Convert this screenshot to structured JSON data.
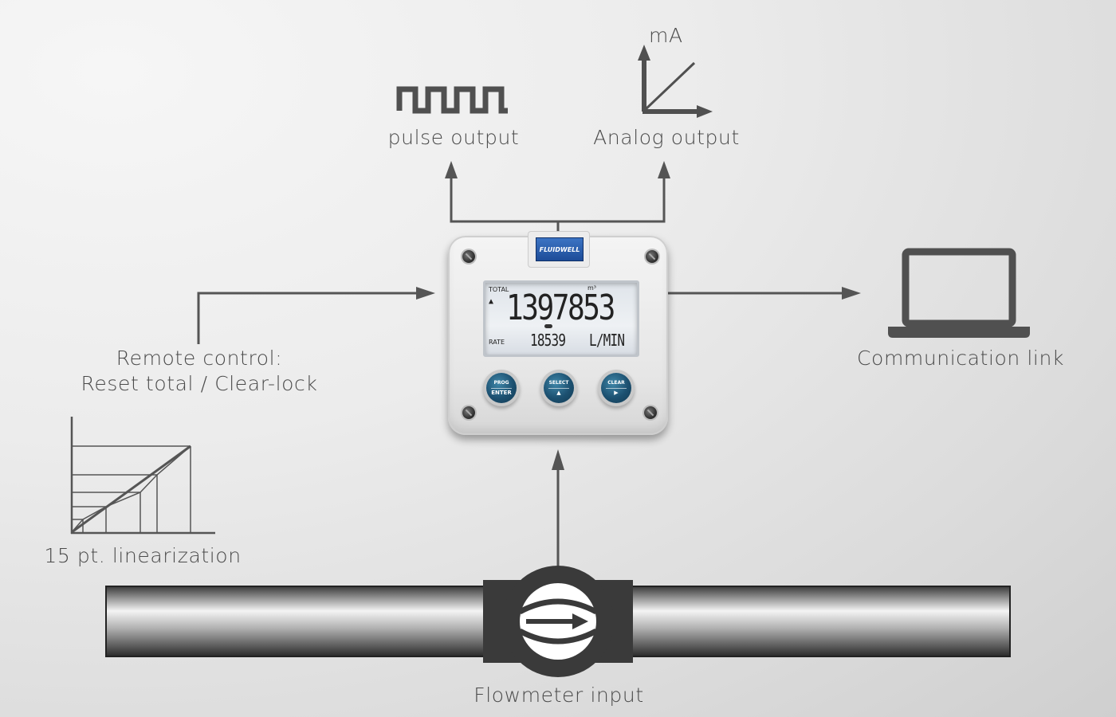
{
  "labels": {
    "pulse_output": "pulse output",
    "analog_output": "Analog output",
    "analog_unit": "mA",
    "remote_control_line1": "Remote control:",
    "remote_control_line2": "Reset total / Clear-lock",
    "communication_link": "Communication link",
    "linearization": "15 pt. linearization",
    "flowmeter_input": "Flowmeter input"
  },
  "device": {
    "brand": "FLUIDWELL",
    "display": {
      "total_label": "TOTAL",
      "total_unit": "m³",
      "total_value": "1397853",
      "rate_label": "RATE",
      "rate_value": "18539",
      "rate_unit": "L/MIN"
    },
    "buttons": [
      {
        "top": "PROG",
        "bottom": "ENTER"
      },
      {
        "top": "SELECT",
        "bottom": "▲"
      },
      {
        "top": "CLEAR",
        "bottom": "▶"
      }
    ]
  },
  "colors": {
    "arrow": "#555555",
    "icon": "#505050",
    "button_blue": "#1c5070",
    "logo_blue": "#2a5fb0"
  }
}
